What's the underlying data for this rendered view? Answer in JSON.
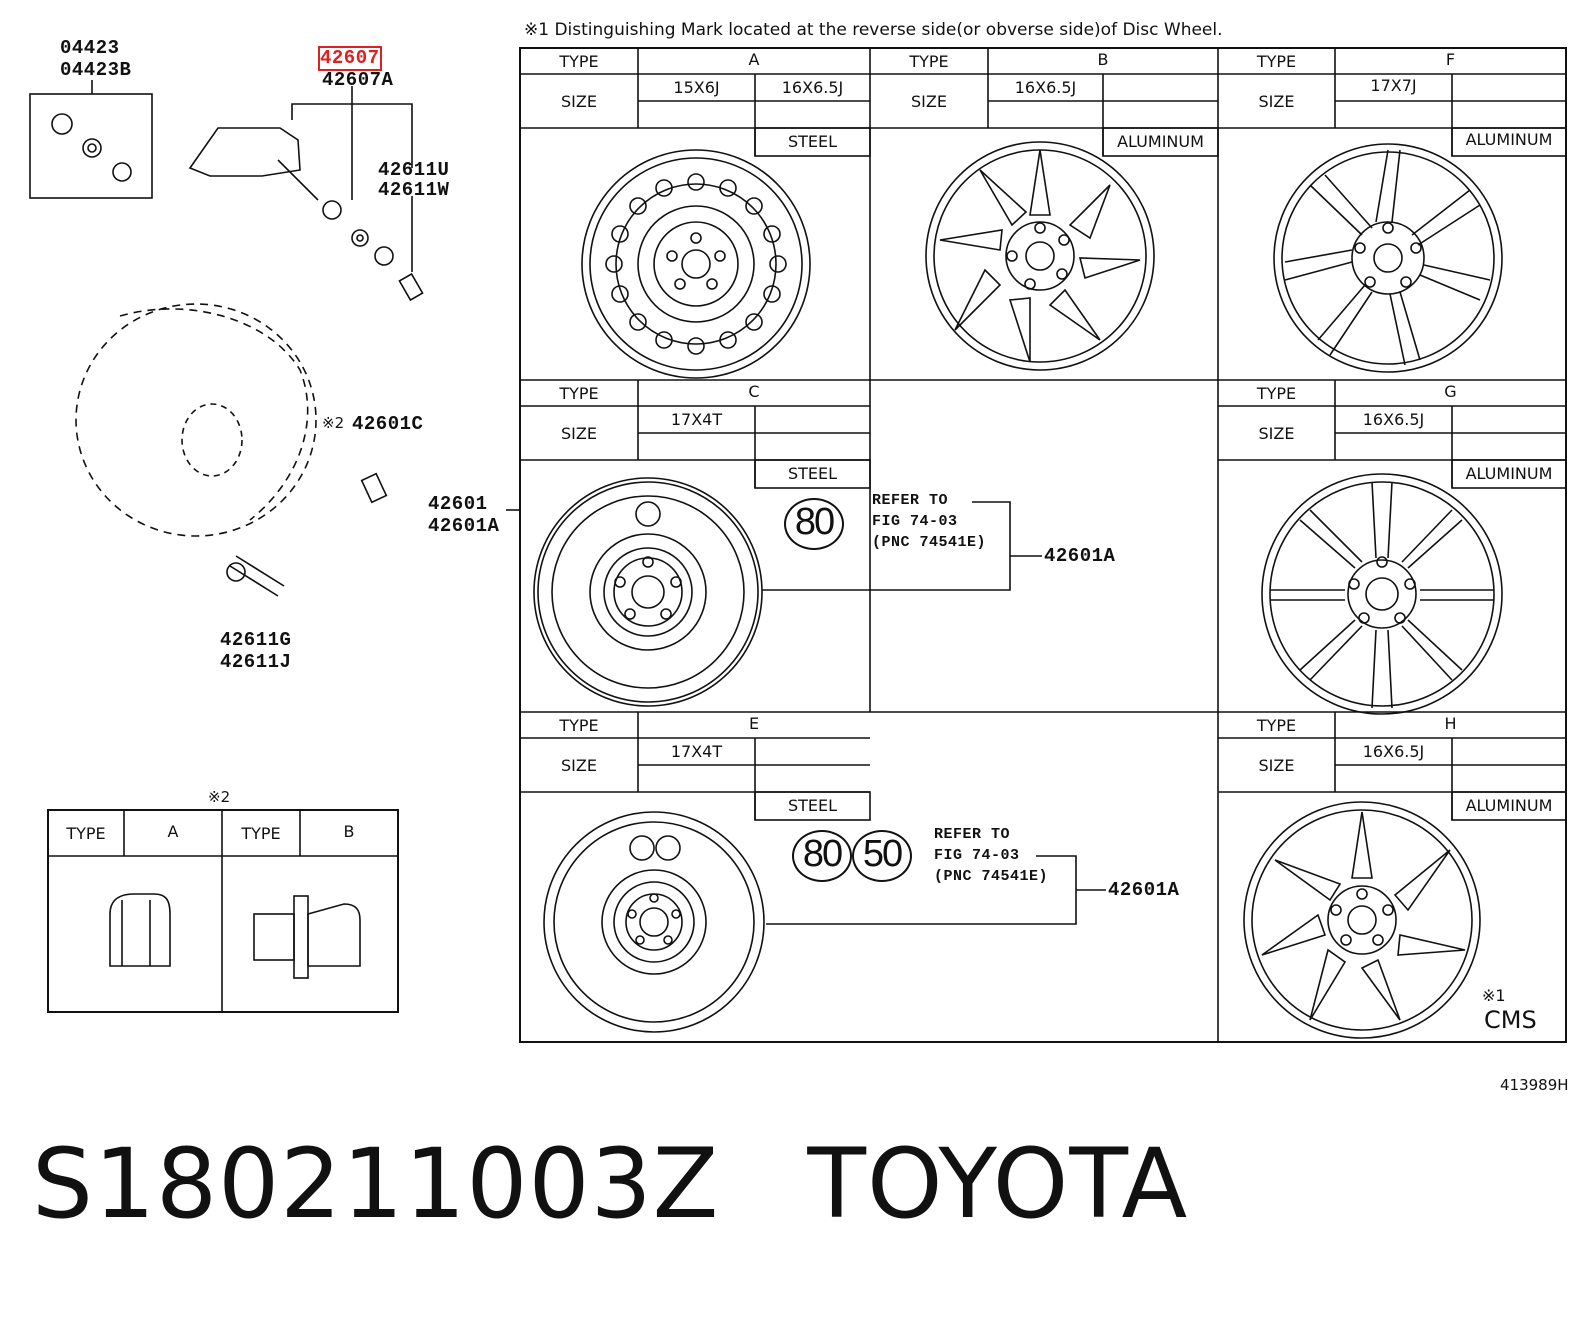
{
  "header_note": "※1 Distinguishing Mark located at the reverse side(or obverse side)of Disc Wheel.",
  "labels": {
    "type": "TYPE",
    "size": "SIZE"
  },
  "wheels": [
    {
      "type": "A",
      "sizes": [
        "15X6J",
        "16X6.5J"
      ],
      "material": "STEEL"
    },
    {
      "type": "B",
      "sizes": [
        "16X6.5J"
      ],
      "material": "ALUMINUM"
    },
    {
      "type": "F",
      "sizes": [
        "17X7J"
      ],
      "material": "ALUMINUM"
    },
    {
      "type": "C",
      "sizes": [
        "17X4T"
      ],
      "material": "STEEL"
    },
    {
      "type": "G",
      "sizes": [
        "16X6.5J"
      ],
      "material": "ALUMINUM"
    },
    {
      "type": "E",
      "sizes": [
        "17X4T"
      ],
      "material": "STEEL"
    },
    {
      "type": "H",
      "sizes": [
        "16X6.5J"
      ],
      "material": "ALUMINUM"
    }
  ],
  "parts": {
    "p04423": "04423",
    "p04423b": "04423B",
    "p42607": "42607",
    "p42607a": "42607A",
    "p42611u": "42611U",
    "p42611w": "42611W",
    "mark2": "※2",
    "p42601c": "42601C",
    "p42601": "42601",
    "p42601a": "42601A",
    "p42611g": "42611G",
    "p42611j": "42611J"
  },
  "refer": {
    "line1": "REFER TO",
    "line2": "FIG 74-03",
    "line3": "(PNC 74541E)",
    "badge80": "80",
    "badge50": "50",
    "target": "42601A"
  },
  "nut_table": {
    "mark": "※2",
    "type_a": "A",
    "type_b": "B"
  },
  "cms": {
    "mark": "※1",
    "text": "CMS"
  },
  "figure_id": "413989H",
  "footer": {
    "part_number": "S180211003Z",
    "brand": "TOYOTA"
  }
}
